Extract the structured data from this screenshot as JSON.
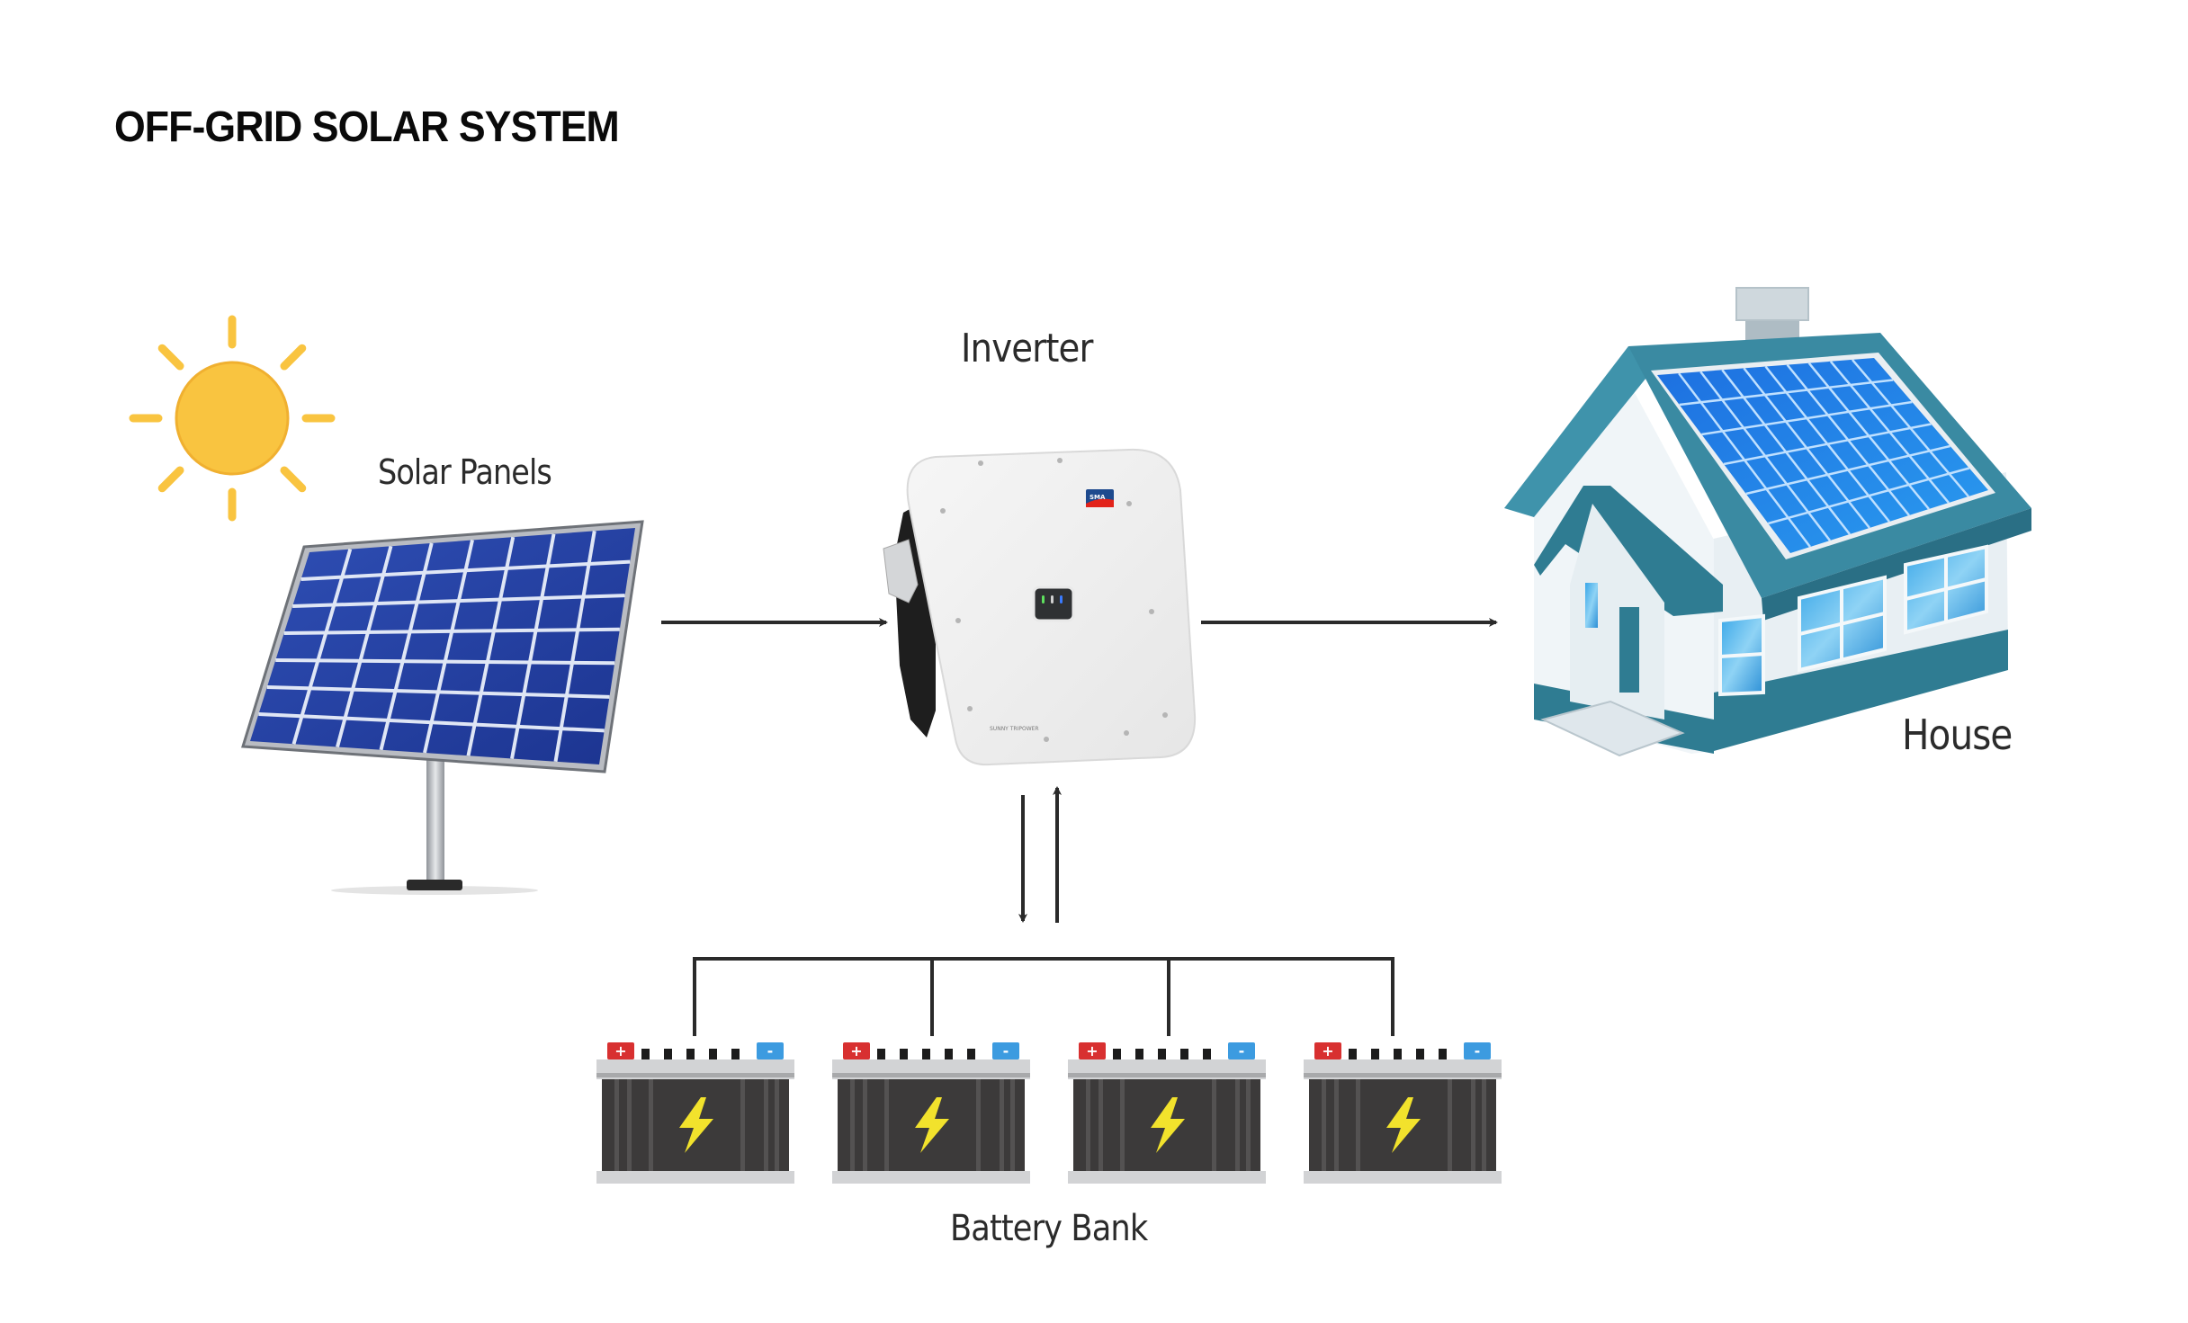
{
  "title": "OFF-GRID SOLAR SYSTEM",
  "components": {
    "sun": {
      "icon": "sun-icon",
      "color": "#F9C440"
    },
    "solar_panels": {
      "label": "Solar Panels",
      "icon": "solar-panel-icon",
      "cell_columns": 8,
      "cell_rows": 7,
      "color": "#23409C"
    },
    "inverter": {
      "label": "Inverter",
      "icon": "inverter-icon",
      "brand": "SMA",
      "model_text": "SUNNY TRIPOWER",
      "led_colors": [
        "#5EE05E",
        "#D0D0D0",
        "#3A7BFF"
      ]
    },
    "house": {
      "label": "House",
      "icon": "house-icon",
      "roof_color": "#2F7E94",
      "panel_color": "#1E7BE0"
    },
    "battery_bank": {
      "label": "Battery Bank",
      "battery_count": 4,
      "positive_symbol": "+",
      "negative_symbol": "-",
      "positive_color": "#D83030",
      "negative_color": "#3C9BE0",
      "bolt_color": "#F2E22C"
    }
  },
  "flows": [
    {
      "from": "Solar Panels",
      "to": "Inverter",
      "direction": "one-way"
    },
    {
      "from": "Inverter",
      "to": "House",
      "direction": "one-way"
    },
    {
      "from": "Inverter",
      "to": "Battery Bank",
      "direction": "bidirectional"
    }
  ]
}
